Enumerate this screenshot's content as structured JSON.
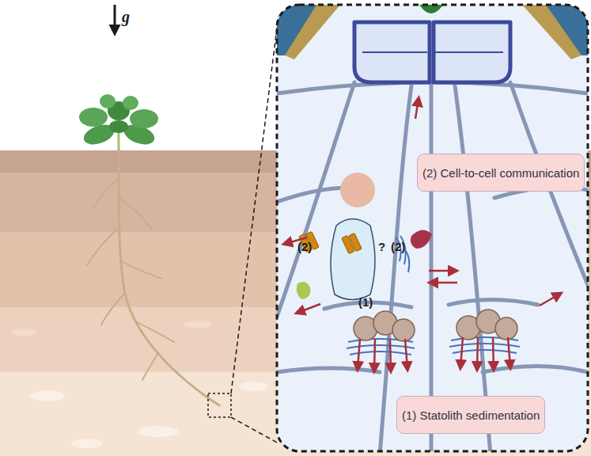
{
  "diagram": {
    "nodes": [
      {
        "text": [
          "(2) Cell-to-cell communication"
        ]
      },
      {
        "text": [
          "(1) Statolith sedimentation"
        ]
      }
    ],
    "labels": [
      "g",
      "(2)",
      "?",
      "(2)",
      "(1)"
    ]
  }
}
